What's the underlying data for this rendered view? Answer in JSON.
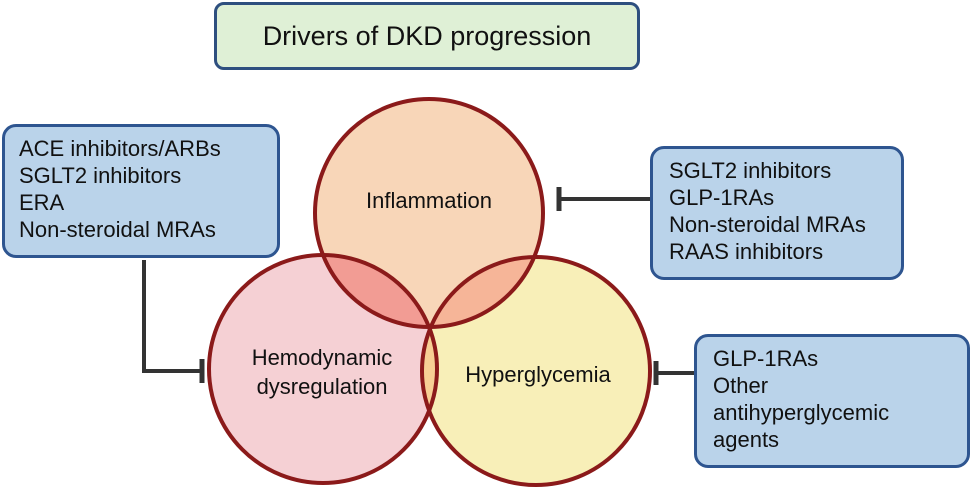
{
  "title": "Drivers of DKD progression",
  "circles": {
    "inflammation": "Inflammation",
    "hemodynamic_line1": "Hemodynamic",
    "hemodynamic_line2": "dysregulation",
    "hyperglycemia": "Hyperglycemia"
  },
  "boxes": {
    "left": [
      "ACE inhibitors/ARBs",
      "SGLT2 inhibitors",
      "ERA",
      "Non-steroidal MRAs"
    ],
    "right_top": [
      "SGLT2 inhibitors",
      "GLP-1RAs",
      "Non-steroidal MRAs",
      "RAAS inhibitors"
    ],
    "right_bottom": [
      "GLP-1RAs",
      "Other",
      "antihyperglycemic",
      "agents"
    ]
  },
  "colors": {
    "title_fill": "#dff0d6",
    "box_fill": "#bad3ea",
    "box_border": "#2e5590",
    "circle_border": "#8b1a1a",
    "inflammation_fill": "#f8d6b8",
    "hemodynamic_fill": "#f5d0d4",
    "hyperglycemia_fill": "#f8efb8"
  }
}
